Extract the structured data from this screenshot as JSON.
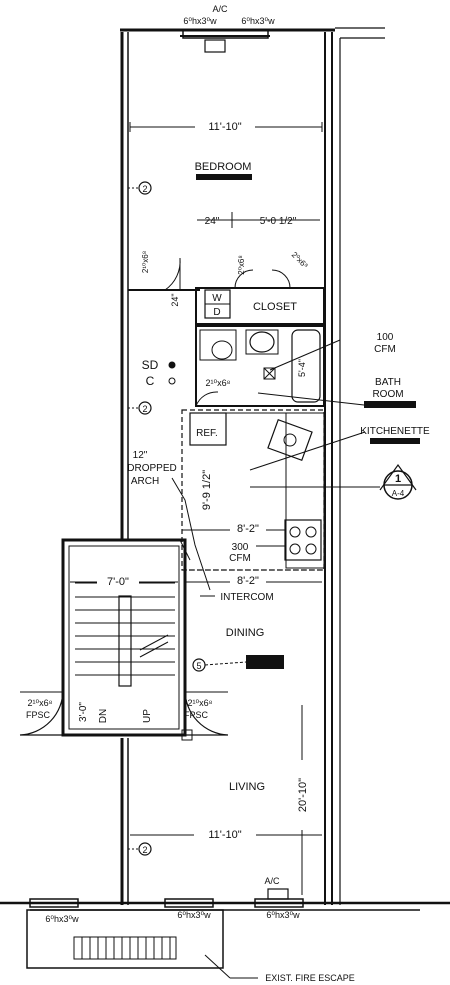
{
  "windows": {
    "top": "6⁰hx3⁰w",
    "top2": "6⁰hx3⁰w",
    "bottom_left": "6⁰hx3⁰w",
    "bottom_mid": "6⁰hx3⁰w",
    "bottom_right": "6⁰hx3⁰w"
  },
  "ac": {
    "top": "A/C",
    "bottom": "A/C"
  },
  "dimensions": {
    "bedroom_width": "11'-10\"",
    "d24_top": "24\"",
    "closet_width": "5'-0 1/2\"",
    "d24_side": "24\"",
    "bath_depth": "5'-4\"",
    "kitchen_len": "9'-9 1/2\"",
    "kitchen_w1": "8'-2\"",
    "kitchen_w2": "8'-2\"",
    "stair_width": "7'-0\"",
    "landing": "3'-0\"",
    "living_len": "20'-10\"",
    "living_width": "11'-10\""
  },
  "doors": {
    "bed_door": "2¹⁰x6⁸",
    "closet_d1": "2⁰x6⁸",
    "closet_d2": "2⁰x6⁸",
    "bath_door": "2¹⁰x6⁸",
    "fpsc_left": "2¹⁰x6⁸",
    "fpsc_right": "2¹⁰x6⁸",
    "fpsc_label": "FPSC"
  },
  "rooms": {
    "bedroom": "BEDROOM",
    "closet": "CLOSET",
    "bathroom_line1": "BATH",
    "bathroom_line2": "ROOM",
    "kitchenette": "KITCHENETTE",
    "dining": "DINING",
    "living": "LIVING",
    "ref": "REF.",
    "wd_w": "W",
    "wd_d": "D"
  },
  "notes": {
    "cfm100_a": "100",
    "cfm100_b": "CFM",
    "cfm300_a": "300",
    "cfm300_b": "CFM",
    "arch_1": "12\"",
    "arch_2": "DROPPED",
    "arch_3": "ARCH",
    "intercom": "INTERCOM",
    "sd": "SD",
    "c": "C",
    "dn": "DN",
    "up": "UP",
    "fire_escape": "EXIST. FIRE ESCAPE"
  },
  "tags": {
    "t2a": "2",
    "t2b": "2",
    "t2c": "2",
    "t5": "5"
  },
  "section": {
    "num": "1",
    "sheet": "A-4"
  }
}
